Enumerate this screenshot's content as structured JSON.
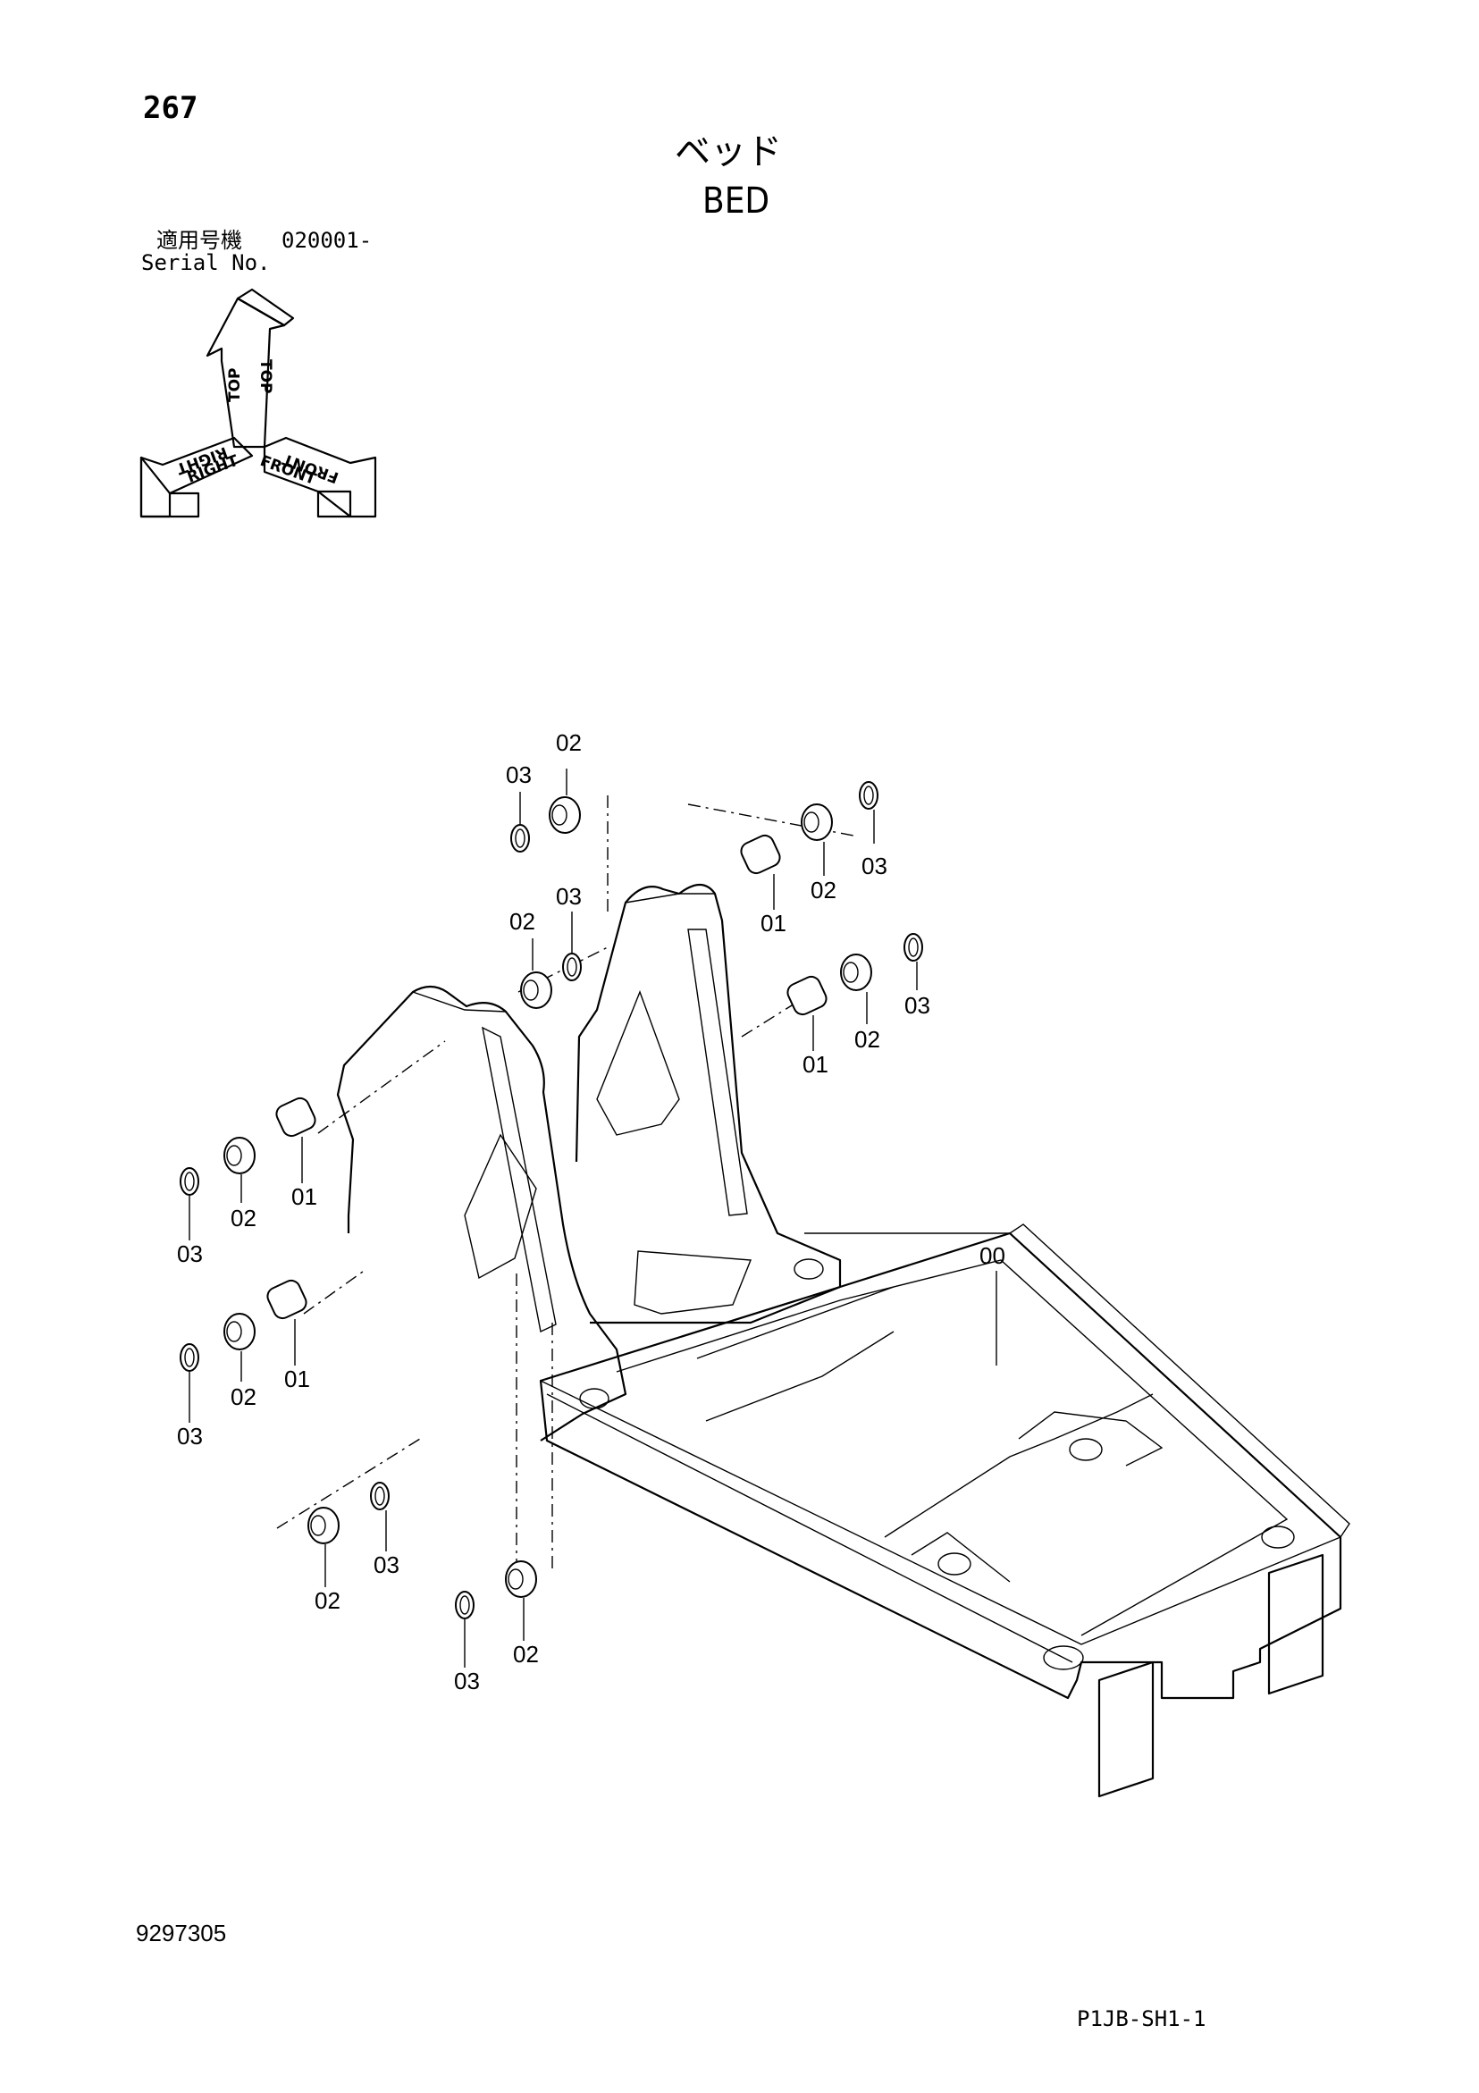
{
  "page": {
    "number": "267",
    "title_ja": "ベッド",
    "title_en": "BED",
    "serial_label_ja": "適用号機",
    "serial_value": "020001-",
    "serial_label_en": "Serial No.",
    "drawing_number": "9297305",
    "sheet_code": "P1JB-SH1-1"
  },
  "orientation": {
    "top": "TOP",
    "right": "RIGHT",
    "front": "FRONT"
  },
  "callouts": {
    "frame": "00",
    "pin": "01",
    "bushing": "02",
    "ring": "03"
  }
}
